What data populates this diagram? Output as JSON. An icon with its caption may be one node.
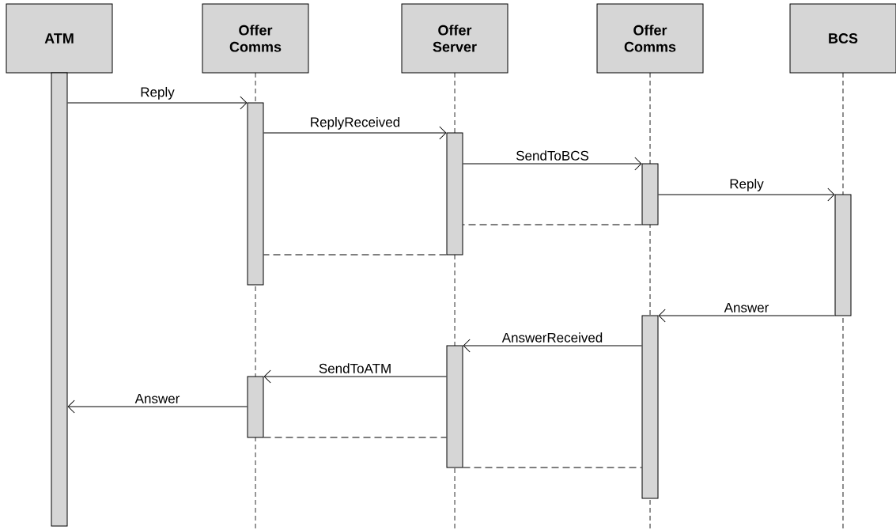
{
  "diagram": {
    "nodes": [
      {
        "text": [
          "ATM"
        ]
      },
      {
        "text": [
          "Offer Comms"
        ]
      },
      {
        "text": [
          "Offer Server"
        ]
      },
      {
        "text": [
          "Offer Comms"
        ]
      },
      {
        "text": [
          "BCS"
        ]
      },
      {
        "text": [],
        "shape": "bar"
      },
      {
        "text": [],
        "shape": "bar"
      },
      {
        "text": [],
        "shape": "bar"
      },
      {
        "text": [],
        "shape": "bar"
      },
      {
        "text": [],
        "shape": "bar"
      },
      {
        "text": [],
        "shape": "bar"
      },
      {
        "text": [],
        "shape": "bar"
      },
      {
        "text": [],
        "shape": "bar"
      }
    ],
    "edges": [
      {
        "from": 5,
        "to": 6,
        "arrow": "to",
        "label": "Reply"
      },
      {
        "from": 6,
        "to": 7,
        "arrow": "to",
        "label": "ReplyReceived"
      },
      {
        "from": 7,
        "to": 8,
        "arrow": "to",
        "label": "SendToBCS"
      },
      {
        "from": 8,
        "to": 9,
        "arrow": "to",
        "label": "Reply"
      },
      {
        "from": 8,
        "to": 7,
        "arrow": "none",
        "style": "dashed"
      },
      {
        "from": 7,
        "to": 6,
        "arrow": "none",
        "style": "dashed"
      },
      {
        "from": 9,
        "to": 10,
        "arrow": "to",
        "label": "Answer"
      },
      {
        "from": 10,
        "to": 11,
        "arrow": "to",
        "label": "AnswerReceived"
      },
      {
        "from": 11,
        "to": 12,
        "arrow": "to",
        "label": "SendToATM"
      },
      {
        "from": 12,
        "to": 5,
        "arrow": "to",
        "label": "Answer"
      },
      {
        "from": 12,
        "to": 11,
        "arrow": "none",
        "style": "dashed"
      },
      {
        "from": 11,
        "to": 10,
        "arrow": "none",
        "style": "dashed"
      }
    ]
  }
}
